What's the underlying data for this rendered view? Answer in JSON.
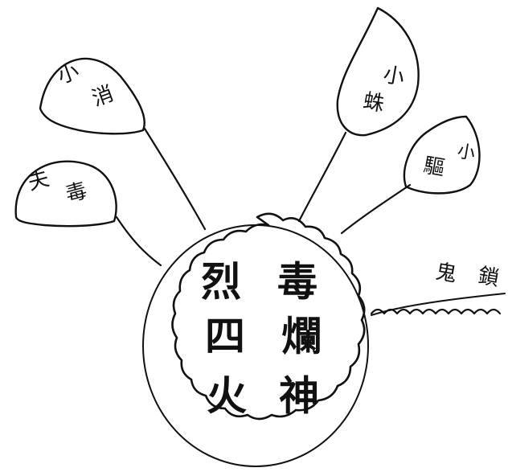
{
  "central_seal": {
    "column_right": [
      "毒",
      "爛",
      "神"
    ],
    "column_left": [
      "烈",
      "四",
      "火"
    ]
  },
  "petals": [
    {
      "id": "upper-left",
      "glyphs": [
        "小",
        "消"
      ]
    },
    {
      "id": "left",
      "glyphs": [
        "夫",
        "毒"
      ]
    },
    {
      "id": "upper-right",
      "glyphs": [
        "小",
        "蛛"
      ]
    },
    {
      "id": "right",
      "glyphs": [
        "小",
        "驅"
      ]
    }
  ],
  "tail": {
    "glyphs": [
      "鬼",
      "鎖"
    ]
  },
  "colors": {
    "ink": "#111111",
    "paper": "#ffffff"
  }
}
